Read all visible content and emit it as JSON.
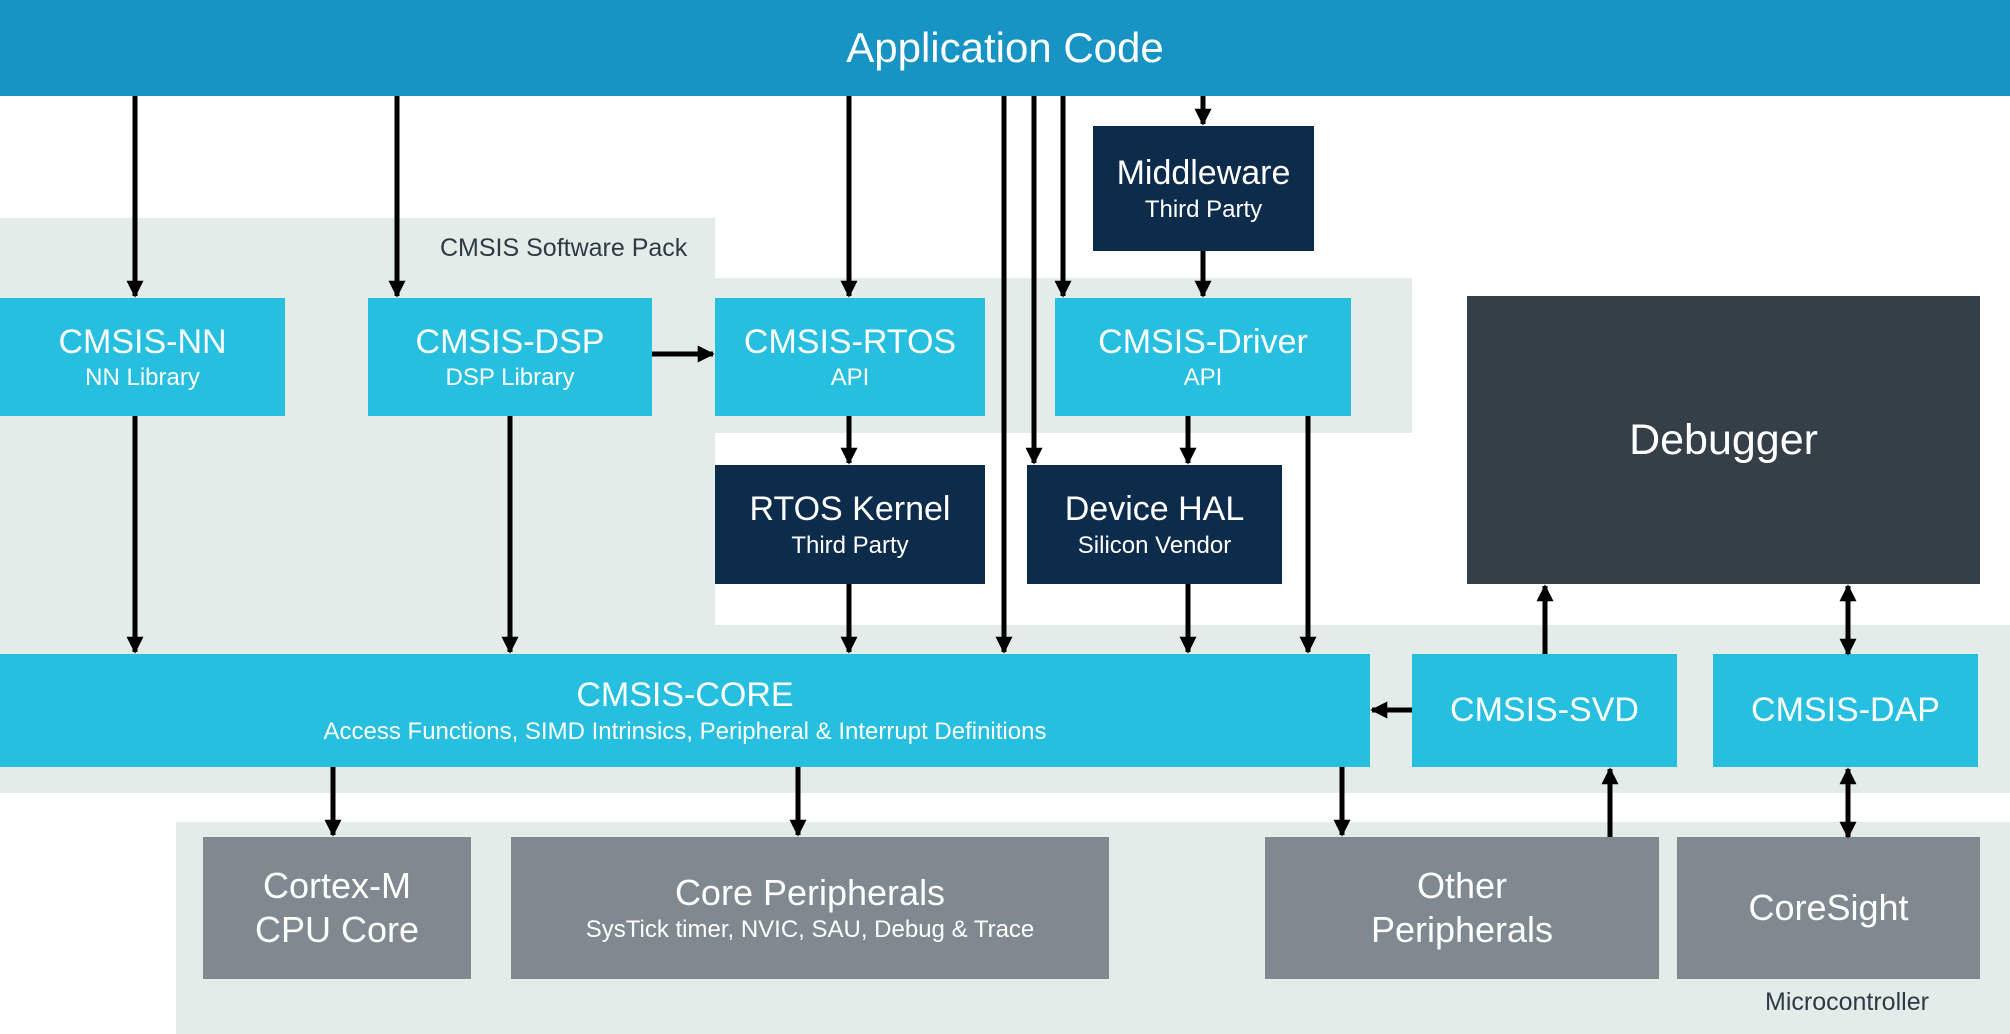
{
  "header": {
    "title": "Application Code"
  },
  "regions": {
    "software_pack": "CMSIS Software Pack",
    "microcontroller": "Microcontroller"
  },
  "blocks": {
    "middleware": {
      "title": "Middleware",
      "subtitle": "Third Party"
    },
    "cmsis_nn": {
      "title": "CMSIS-NN",
      "subtitle": "NN Library"
    },
    "cmsis_dsp": {
      "title": "CMSIS-DSP",
      "subtitle": "DSP Library"
    },
    "cmsis_rtos": {
      "title": "CMSIS-RTOS",
      "subtitle": "API"
    },
    "cmsis_driver": {
      "title": "CMSIS-Driver",
      "subtitle": "API"
    },
    "debugger": {
      "title": "Debugger"
    },
    "rtos_kernel": {
      "title": "RTOS Kernel",
      "subtitle": "Third Party"
    },
    "device_hal": {
      "title": "Device HAL",
      "subtitle": "Silicon Vendor"
    },
    "cmsis_core": {
      "title": "CMSIS-CORE",
      "subtitle": "Access Functions, SIMD Intrinsics, Peripheral & Interrupt Definitions"
    },
    "cmsis_svd": {
      "title": "CMSIS-SVD"
    },
    "cmsis_dap": {
      "title": "CMSIS-DAP"
    },
    "cortex_m": {
      "line1": "Cortex-M",
      "line2": "CPU Core"
    },
    "core_peripherals": {
      "title": "Core Peripherals",
      "subtitle": "SysTick timer, NVIC, SAU, Debug & Trace"
    },
    "other_peripherals": {
      "line1": "Other",
      "line2": "Peripherals"
    },
    "coresight": {
      "title": "CoreSight"
    }
  },
  "colors": {
    "header": "#1794c4",
    "cmsis_block": "#26bfdf",
    "third_party_block": "#0d2b4b",
    "debugger_block": "#353f48",
    "hardware_block": "#808890",
    "region_background": "#e4ecea",
    "arrow": "#000000"
  }
}
